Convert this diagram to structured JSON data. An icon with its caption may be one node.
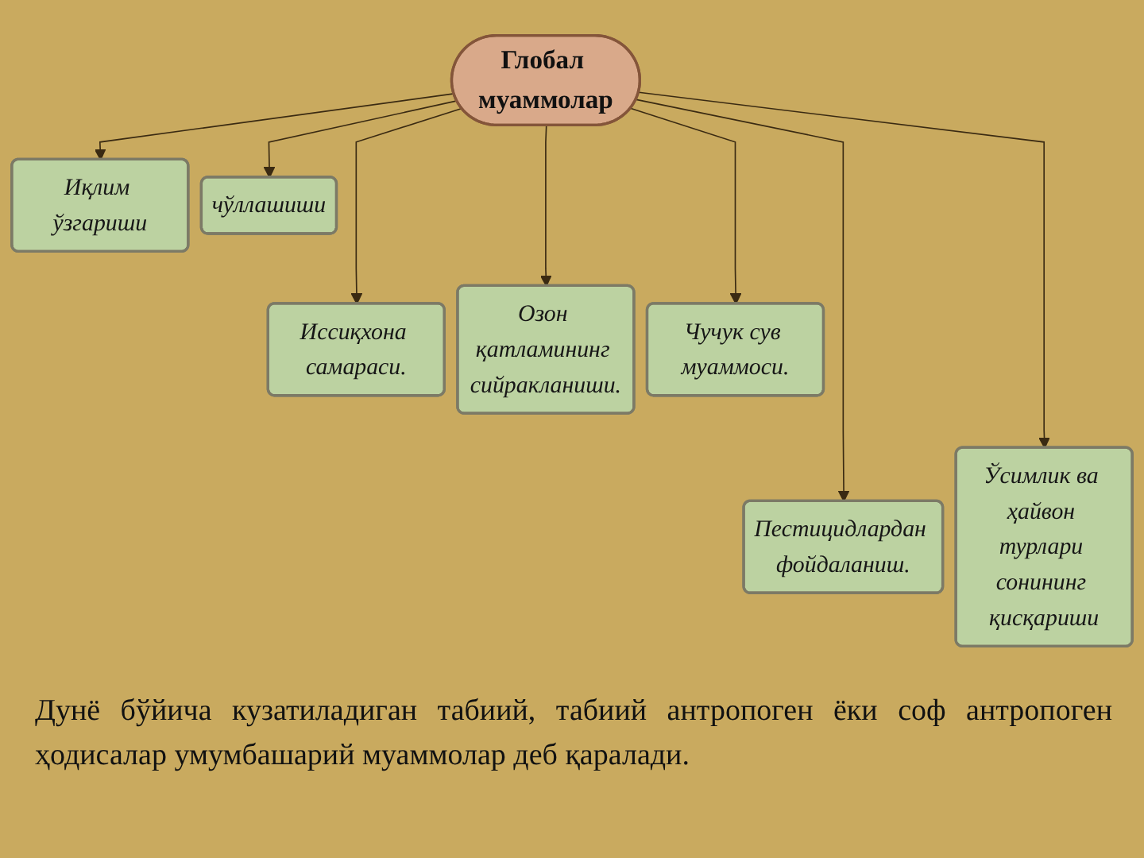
{
  "diagram": {
    "caption": "Дунё бўйича кузатиладиган табиий, табиий антропоген ёки соф антропоген ҳодисалар умумбашарий муаммолар деб қаралади.",
    "nodes": [
      {
        "text": [
          "Глобал муаммолар"
        ]
      },
      {
        "text": [
          "Иқлим ўзгариши"
        ]
      },
      {
        "text": [
          "чўллашиши"
        ]
      },
      {
        "text": [
          "Иссиқхона самараси."
        ]
      },
      {
        "text": [
          "Озон қатламининг сийракланиши."
        ]
      },
      {
        "text": [
          "Чучук сув муаммоси."
        ]
      },
      {
        "text": [
          "Пестицидлардан фойдаланиш."
        ]
      },
      {
        "text": [
          "Ўсимлик ва ҳайвон турлари сонининг қисқариши"
        ]
      }
    ],
    "edges": [
      {
        "from": 0,
        "to": 1,
        "arrow": "to"
      },
      {
        "from": 0,
        "to": 2,
        "arrow": "to"
      },
      {
        "from": 0,
        "to": 3,
        "arrow": "to"
      },
      {
        "from": 0,
        "to": 4,
        "arrow": "to"
      },
      {
        "from": 0,
        "to": 5,
        "arrow": "to"
      },
      {
        "from": 0,
        "to": 6,
        "arrow": "to"
      },
      {
        "from": 0,
        "to": 7,
        "arrow": "to"
      }
    ]
  }
}
